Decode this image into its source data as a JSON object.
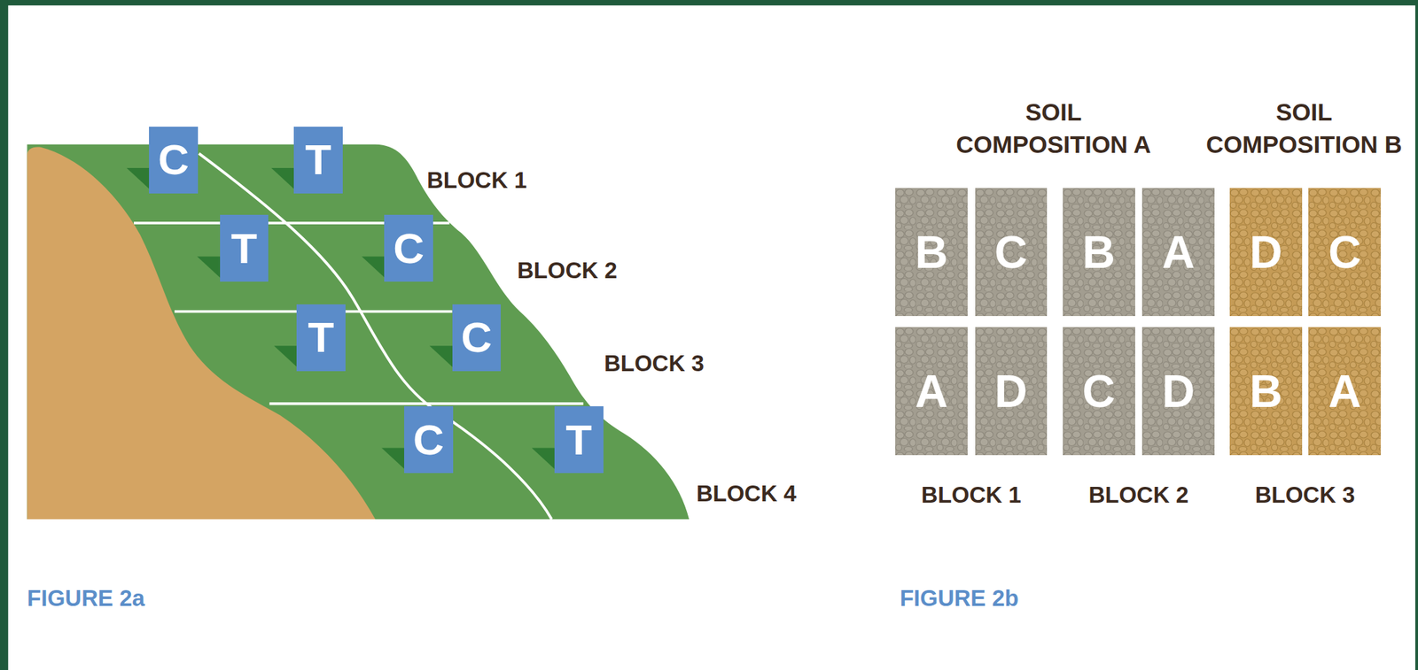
{
  "diagram": {
    "nodes": [
      {
        "text": [
          "C"
        ]
      },
      {
        "text": [
          "T"
        ]
      },
      {
        "text": [
          "T"
        ]
      },
      {
        "text": [
          "C"
        ]
      },
      {
        "text": [
          "T"
        ]
      },
      {
        "text": [
          "C"
        ]
      },
      {
        "text": [
          "C"
        ]
      },
      {
        "text": [
          "T"
        ]
      },
      {
        "text": [
          "B"
        ]
      },
      {
        "text": [
          "C"
        ]
      },
      {
        "text": [
          "B"
        ]
      },
      {
        "text": [
          "A"
        ]
      },
      {
        "text": [
          "D"
        ]
      },
      {
        "text": [
          "C"
        ]
      },
      {
        "text": [
          "A"
        ]
      },
      {
        "text": [
          "D"
        ]
      },
      {
        "text": [
          "C"
        ]
      },
      {
        "text": [
          "D"
        ]
      },
      {
        "text": [
          "B"
        ]
      },
      {
        "text": [
          "A"
        ]
      }
    ],
    "labels": [
      "BLOCK 1",
      "BLOCK 2",
      "BLOCK 3",
      "BLOCK 4",
      "FIGURE 2a",
      "SOIL COMPOSITION A",
      "SOIL COMPOSITION B",
      "BLOCK 1",
      "BLOCK 2",
      "BLOCK 3",
      "FIGURE 2b"
    ]
  }
}
